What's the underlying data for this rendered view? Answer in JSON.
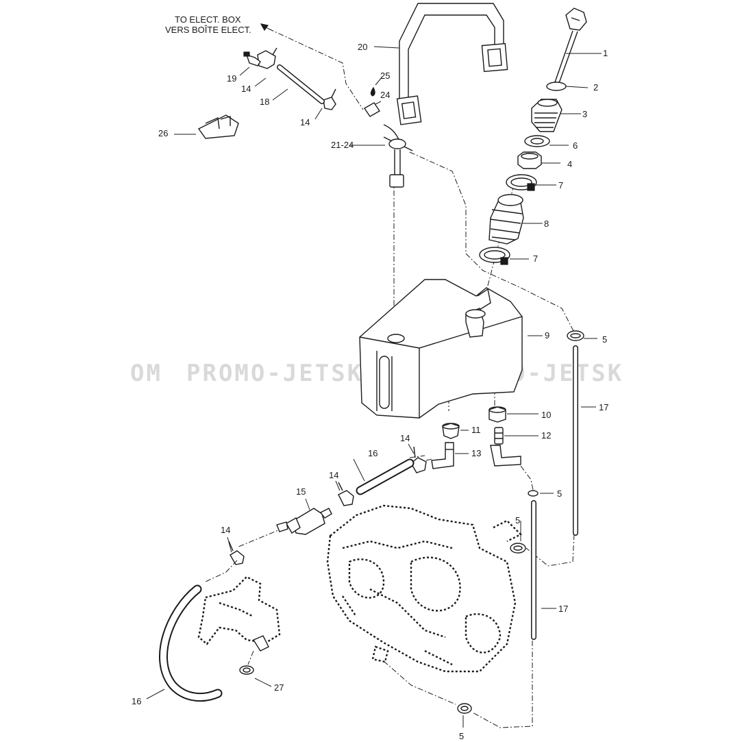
{
  "note": {
    "line1": "TO ELECT. BOX",
    "line2": "VERS BOÎTE ELECT."
  },
  "watermark": {
    "left": "OM",
    "middle": "PROMO-JETSKI.COM",
    "right": "PROMO-JETSK"
  },
  "callouts": {
    "c1": "1",
    "c2": "2",
    "c3": "3",
    "c4": "4",
    "c5a": "5",
    "c5b": "5",
    "c5c": "5",
    "c5d": "5",
    "c6": "6",
    "c7a": "7",
    "c7b": "7",
    "c8": "8",
    "c9": "9",
    "c10": "10",
    "c11": "11",
    "c12": "12",
    "c13": "13",
    "c14a": "14",
    "c14b": "14",
    "c14c": "14",
    "c14d": "14",
    "c14e": "14",
    "c15": "15",
    "c16a": "16",
    "c16b": "16",
    "c17a": "17",
    "c17b": "17",
    "c18": "18",
    "c19": "19",
    "c20": "20",
    "c21_24": "21-24",
    "c24": "24",
    "c25": "25",
    "c26": "26",
    "c27": "27"
  }
}
